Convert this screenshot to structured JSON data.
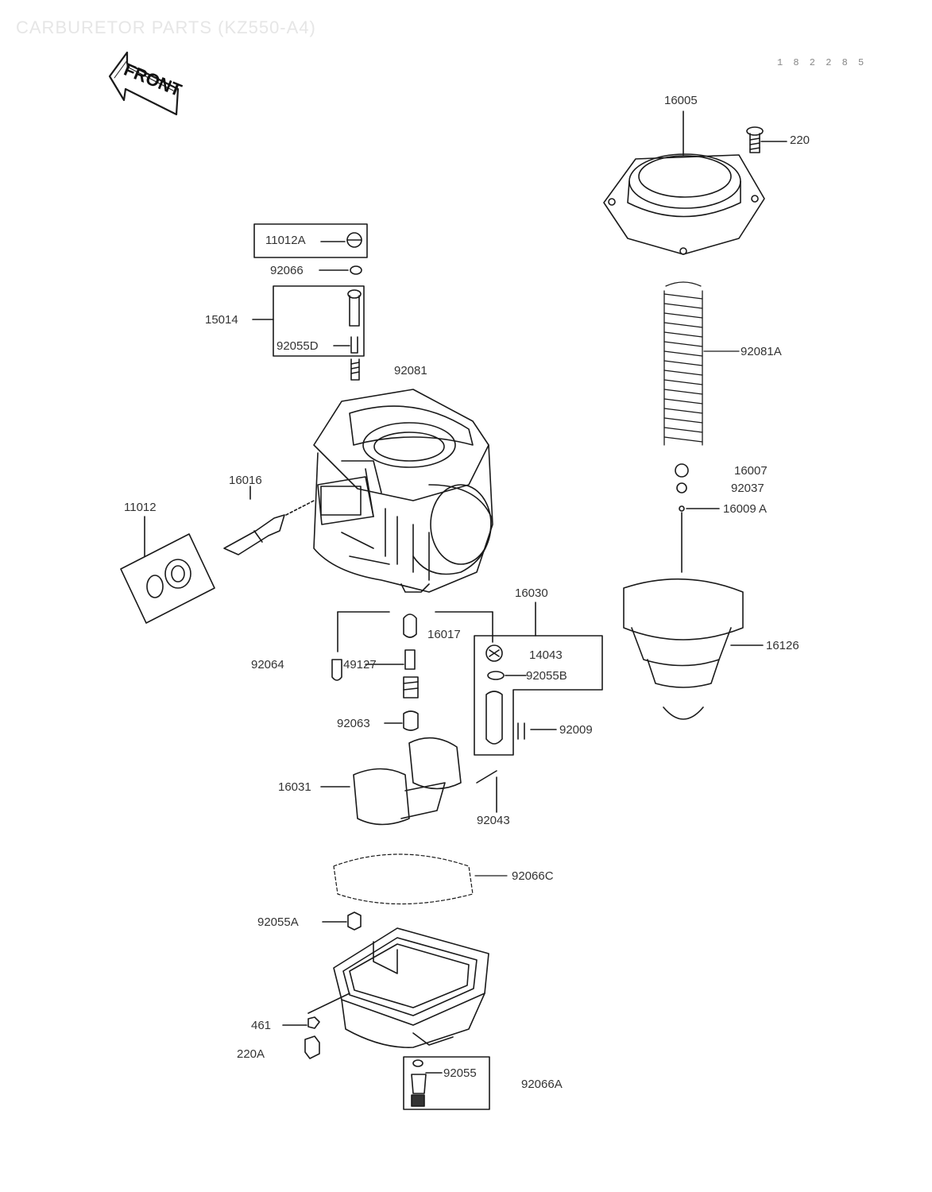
{
  "title": "CARBURETOR PARTS (KZ550-A4)",
  "doc_code": "1 8 2 2 8 5",
  "front_label": "FRONT",
  "parts": {
    "p16005": "16005",
    "p220": "220",
    "p11012A": "11012A",
    "p92066": "92066",
    "p15014": "15014",
    "p92055D": "92055D",
    "p92081": "92081",
    "p92081A": "92081A",
    "p16007": "16007",
    "p92037": "92037",
    "p16009A": "16009 A",
    "p16016": "16016",
    "p11012": "11012",
    "p16030": "16030",
    "p16017": "16017",
    "p14043": "14043",
    "p92055B": "92055B",
    "p16126": "16126",
    "p92064": "92064",
    "p49127": "49127",
    "p92063": "92063",
    "p92009": "92009",
    "p16031": "16031",
    "p92043": "92043",
    "p92066C": "92066C",
    "p92055A": "92055A",
    "p461": "461",
    "p220A": "220A",
    "p92055": "92055",
    "p92066A": "92066A"
  }
}
